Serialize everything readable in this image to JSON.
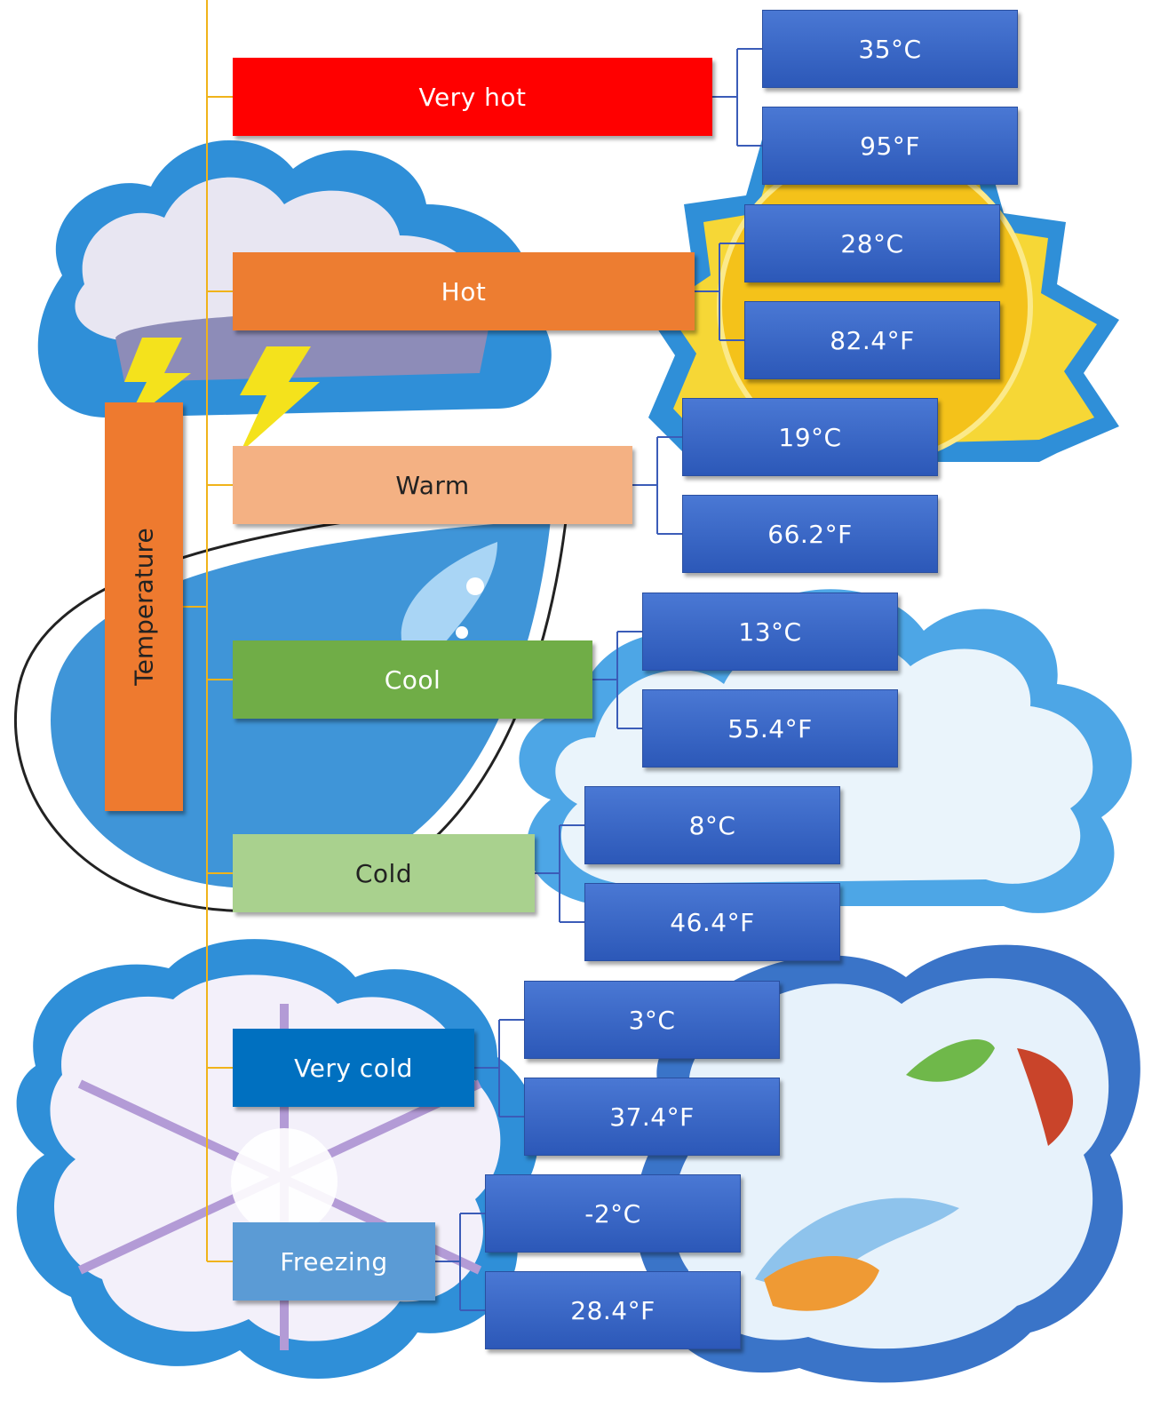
{
  "root": {
    "label": "Temperature",
    "color": "#ee7a2f"
  },
  "line_colors": {
    "spine": "#f0b31a",
    "branch": "#3b5cb8"
  },
  "categories": [
    {
      "label": "Very hot",
      "color": "#ff0000",
      "text_color": "#ffffff",
      "celsius": "35°C",
      "fahrenheit": "95°F"
    },
    {
      "label": "Hot",
      "color": "#ed7d31",
      "text_color": "#ffffff",
      "celsius": "28°C",
      "fahrenheit": "82.4°F"
    },
    {
      "label": "Warm",
      "color": "#f4b183",
      "text_color": "#222222",
      "celsius": "19°C",
      "fahrenheit": "66.2°F"
    },
    {
      "label": "Cool",
      "color": "#70ad47",
      "text_color": "#ffffff",
      "celsius": "13°C",
      "fahrenheit": "55.4°F"
    },
    {
      "label": "Cold",
      "color": "#a9d18e",
      "text_color": "#222222",
      "celsius": "8°C",
      "fahrenheit": "46.4°F"
    },
    {
      "label": "Very cold",
      "color": "#0070c0",
      "text_color": "#ffffff",
      "celsius": "3°C",
      "fahrenheit": "37.4°F"
    },
    {
      "label": "Freezing",
      "color": "#5b9bd5",
      "text_color": "#ffffff",
      "celsius": "-2°C",
      "fahrenheit": "28.4°F"
    }
  ],
  "background_pictures": [
    "storm-cloud-icon",
    "sun-icon",
    "raindrop-icon",
    "cloud-icon",
    "snowflake-icon",
    "wind-leaves-icon"
  ]
}
